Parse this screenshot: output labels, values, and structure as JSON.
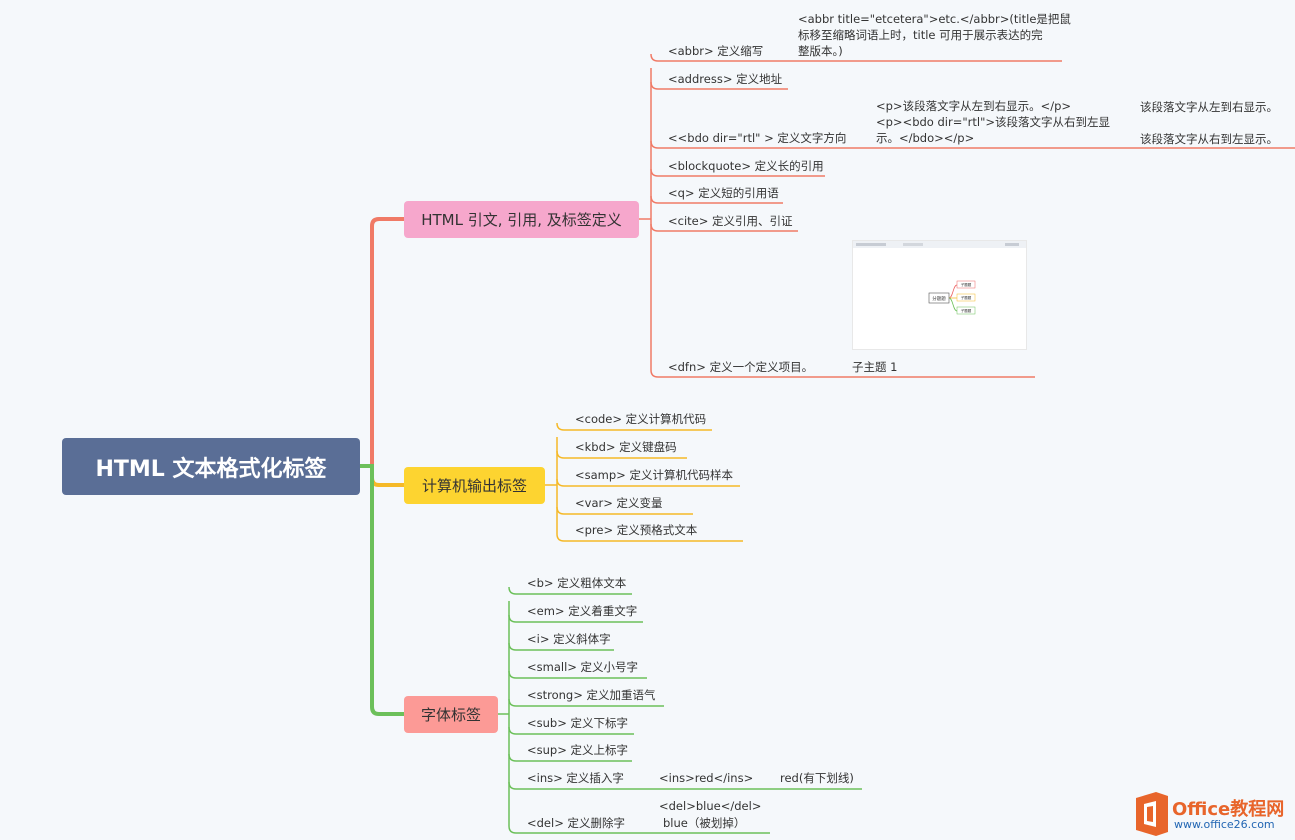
{
  "root": "HTML 文本格式化标签",
  "branches": [
    {
      "label": "HTML 引文, 引用, 及标签定义",
      "color": "#f07a66",
      "items": [
        "<abbr> 定义缩写",
        "<address> 定义地址",
        "<<bdo dir=\"rtl\" > 定义文字方向",
        "<blockquote> 定义长的引用",
        "<q> 定义短的引用语",
        "<cite> 定义引用、引证",
        "<dfn> 定义一个定义项目。"
      ]
    },
    {
      "label": "计算机输出标签",
      "color": "#f5b928",
      "items": [
        "<code> 定义计算机代码",
        "<kbd> 定义键盘码",
        "<samp> 定义计算机代码样本",
        "<var> 定义变量",
        "<pre> 定义预格式文本"
      ]
    },
    {
      "label": "字体标签",
      "color": "#6cc05a",
      "items": [
        "<b> 定义粗体文本",
        "<em> 定义着重文字",
        "<i> 定义斜体字",
        "<small> 定义小号字",
        "<strong> 定义加重语气",
        "<sub> 定义下标字",
        "<sup> 定义上标字",
        "<ins> 定义插入字",
        "<del> 定义删除字"
      ]
    }
  ],
  "notes": {
    "abbr": [
      "<abbr title=\"etcetera\">etc.</abbr>(title是把鼠",
      "标移至缩略词语上时，title 可用于展示表达的完",
      "整版本。)"
    ],
    "bdo": [
      "<p>该段落文字从左到右显示。</p>",
      "<p><bdo dir=\"rtl\">该段落文字从右到左显",
      "示。</bdo></p>"
    ],
    "bdo_result1": "该段落文字从左到右显示。",
    "bdo_result2": "该段落文字从右到左显示。",
    "dfn_sub": "子主题 1",
    "ins_code": "<ins>red</ins>",
    "ins_result": "red(有下划线)",
    "del_code": "<del>blue</del>",
    "del_result": "blue（被划掉）"
  },
  "thumbnail": {
    "center": "分题题",
    "branches": [
      "子题题",
      "子题题",
      "子题题"
    ]
  },
  "logo": {
    "name": "Office教程网",
    "url": "www.office26.com"
  }
}
